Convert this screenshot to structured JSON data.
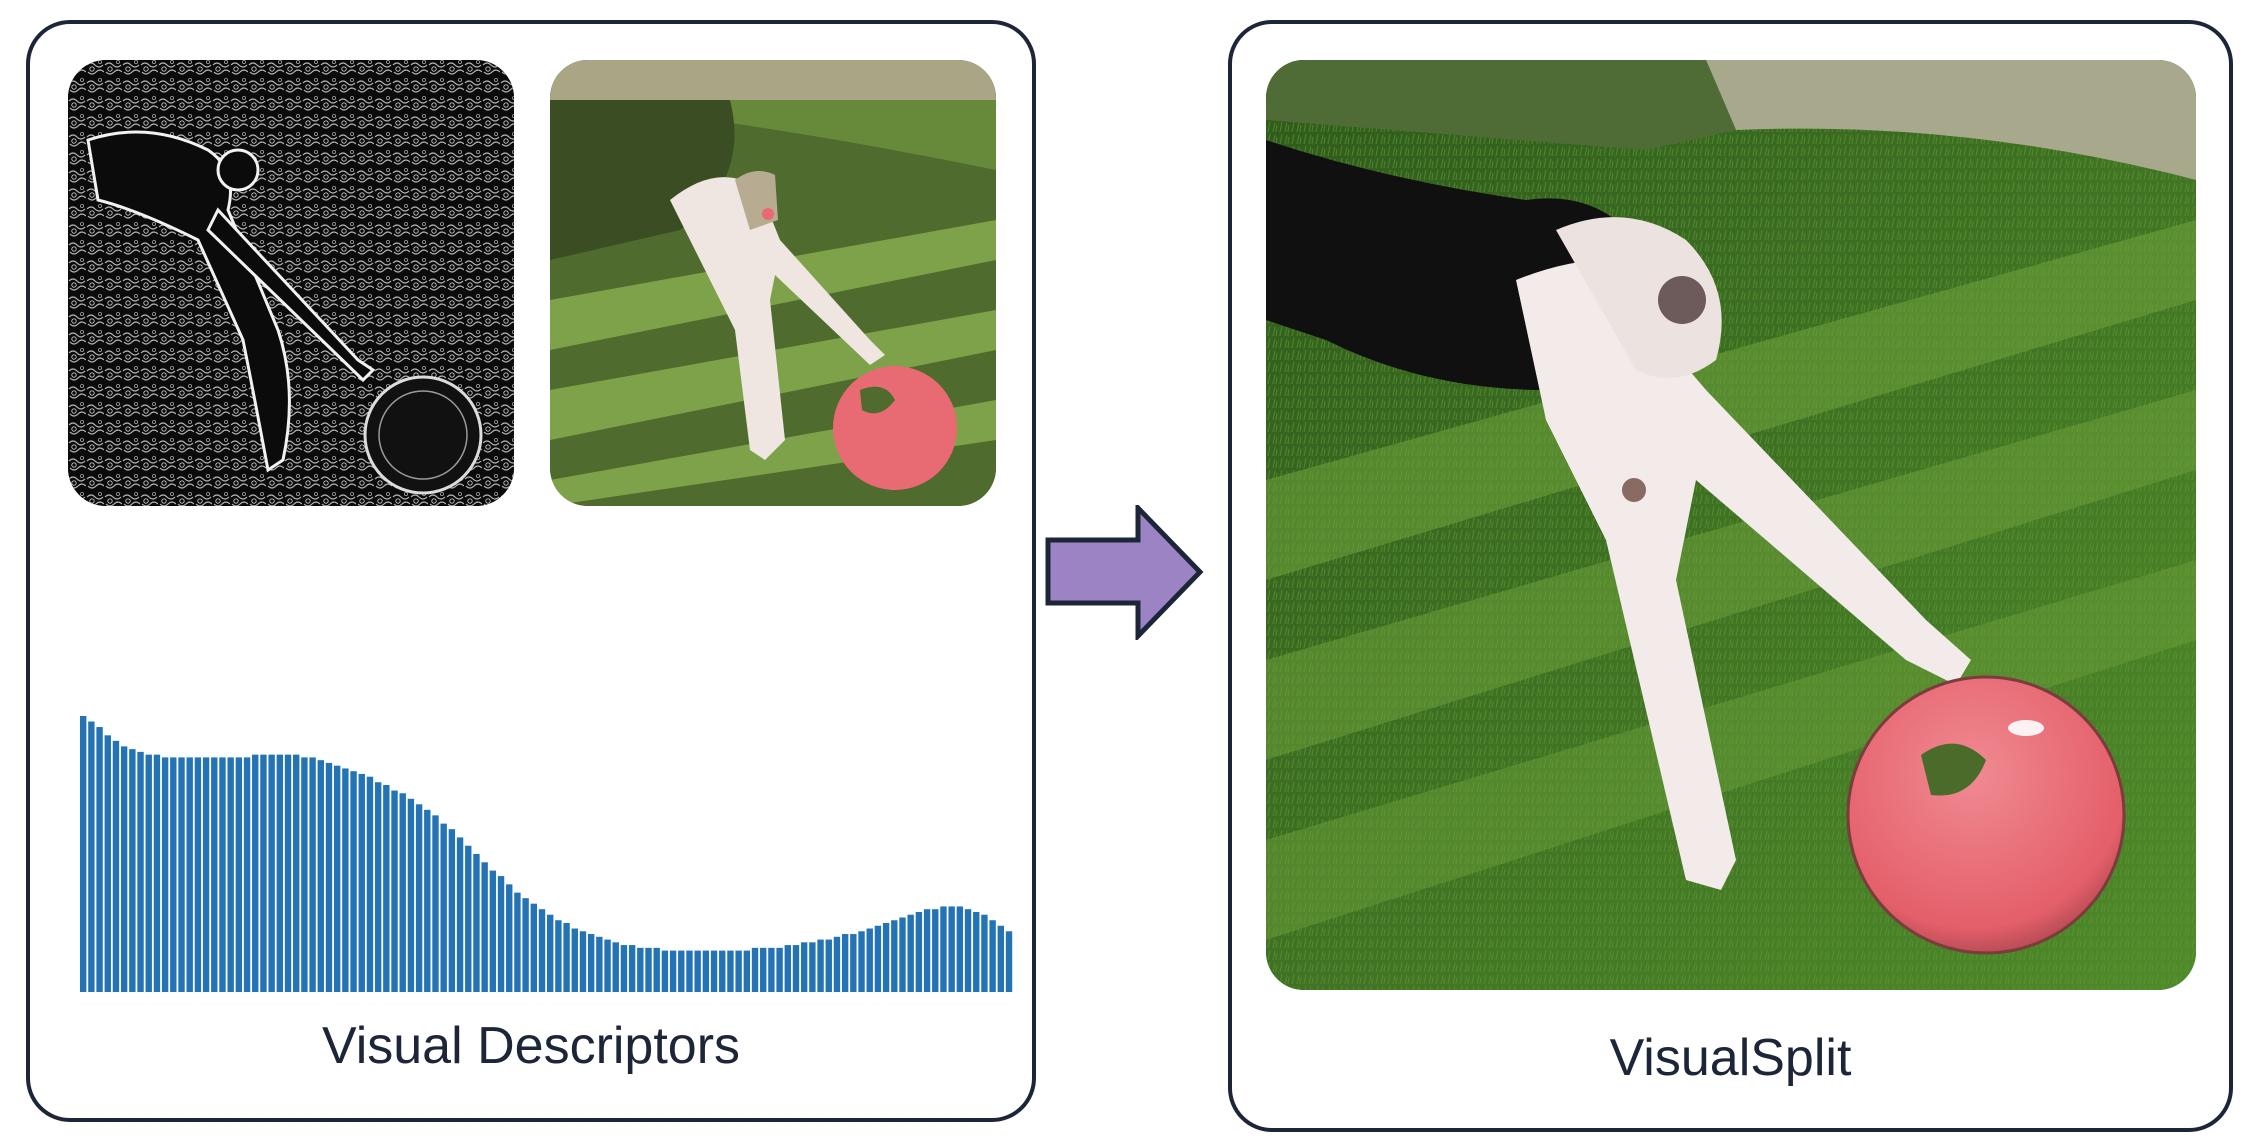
{
  "left_panel": {
    "caption": "Visual Descriptors"
  },
  "right_panel": {
    "caption": "VisualSplit"
  },
  "colors": {
    "border": "#1d2639",
    "histogram_bar": "#2474b5",
    "arrow_fill": "#9c84c4",
    "ball": "#e86a73",
    "grass_dark": "#3b5a24",
    "grass_light": "#7ea24a"
  },
  "icons": {
    "arrow": "right-arrow-icon"
  },
  "chart_data": {
    "type": "bar",
    "title": "",
    "xlabel": "",
    "ylabel": "",
    "ylim": [
      0,
      100
    ],
    "grid": false,
    "legend": "none",
    "values": [
      100,
      98,
      96,
      93,
      91,
      89,
      88,
      87,
      86,
      86,
      85,
      85,
      85,
      85,
      85,
      85,
      85,
      85,
      85,
      85,
      85,
      86,
      86,
      86,
      86,
      86,
      86,
      85,
      85,
      84,
      83,
      82,
      81,
      80,
      79,
      78,
      76,
      75,
      73,
      72,
      70,
      68,
      66,
      64,
      61,
      59,
      56,
      53,
      50,
      47,
      44,
      42,
      39,
      36,
      34,
      32,
      30,
      28,
      26,
      25,
      23,
      22,
      21,
      20,
      19,
      18,
      17,
      17,
      16,
      16,
      16,
      15,
      15,
      15,
      15,
      15,
      15,
      15,
      15,
      15,
      15,
      15,
      16,
      16,
      16,
      16,
      17,
      17,
      18,
      18,
      19,
      19,
      20,
      21,
      21,
      22,
      23,
      24,
      25,
      26,
      27,
      28,
      29,
      30,
      30,
      31,
      31,
      31,
      30,
      29,
      28,
      26,
      24,
      22
    ]
  }
}
